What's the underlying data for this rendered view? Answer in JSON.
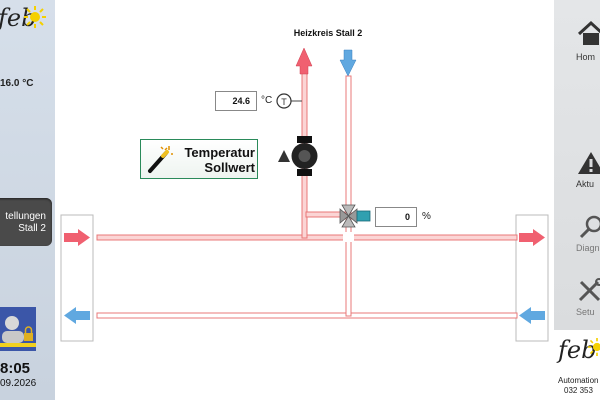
{
  "header": {
    "logo_text": "feb",
    "outside_temperature": "16.0 °C"
  },
  "left_nav": {
    "settings_line1": "tellungen",
    "settings_line2": "Stall 2",
    "clock": "8:05",
    "date": "09.2026"
  },
  "right_nav": {
    "home": "Hom",
    "current": "Aktu",
    "diagnose": "Diagn",
    "setup": "Setu"
  },
  "logo_footer": {
    "logo_text": "feb",
    "line1": "Automation",
    "line2": "032 353"
  },
  "circuit": {
    "title": "Heizkreis Stall 2",
    "flow_temp_value": "24.6",
    "flow_temp_unit": "°C",
    "setpoint_line1": "Temperatur",
    "setpoint_line2": "Sollwert",
    "valve_value": "0",
    "valve_unit": "%"
  },
  "colors": {
    "flow_red": "#f06070",
    "return_blue": "#60a8e0",
    "pipe_red": "#f08080",
    "valve_teal": "#30a0b0"
  }
}
